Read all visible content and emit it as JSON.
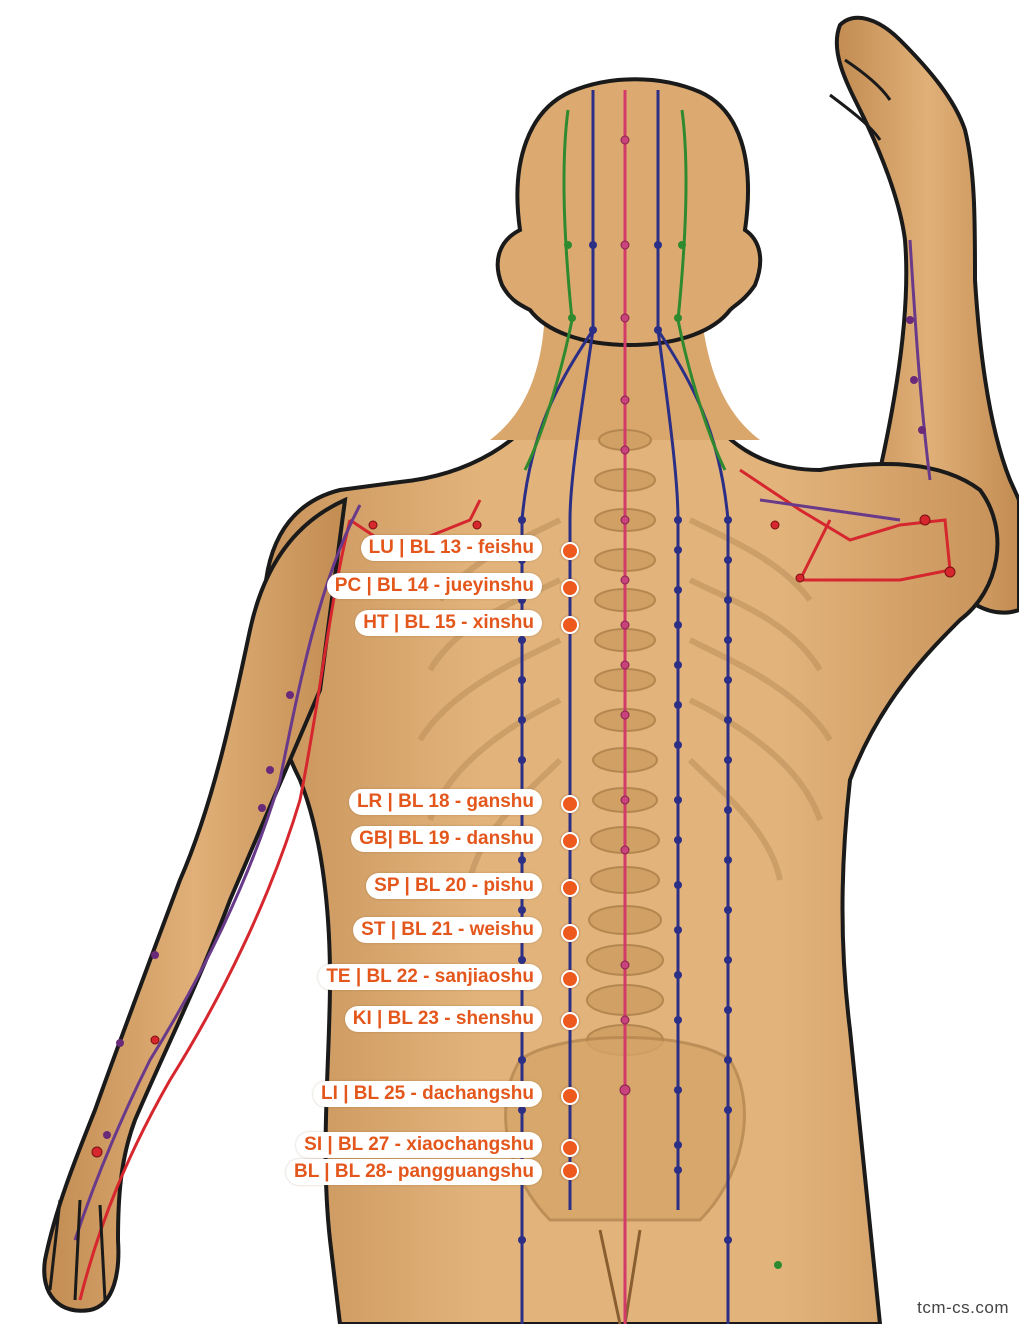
{
  "watermark": "tcm-cs.com",
  "colors": {
    "skin": "#d9a86c",
    "skin_dark": "#b98248",
    "label_text": "#e4571c",
    "marker": "#ee5a1e",
    "bladder_channel": "#2c2f86",
    "governing_vessel": "#d23a6a",
    "gallbladder_channel": "#2f8a2f",
    "small_intestine_channel": "#d6262e",
    "triple_heater_channel": "#6a3a8a"
  },
  "points": [
    {
      "label": "LU | BL 13 - feishu"
    },
    {
      "label": "PC | BL 14 -  jueyinshu"
    },
    {
      "label": "HT | BL 15 - xinshu"
    },
    {
      "label": "LR | BL 18 - ganshu"
    },
    {
      "label": "GB| BL 19 - danshu"
    },
    {
      "label": "SP | BL 20 - pishu"
    },
    {
      "label": "ST | BL 21 - weishu"
    },
    {
      "label": "TE | BL 22 - sanjiaoshu"
    },
    {
      "label": "KI | BL 23 - shenshu"
    },
    {
      "label": "LI | BL 25 - dachangshu"
    },
    {
      "label": "SI | BL 27 - xiaochangshu"
    },
    {
      "label": "BL | BL 28- pangguangshu"
    }
  ]
}
